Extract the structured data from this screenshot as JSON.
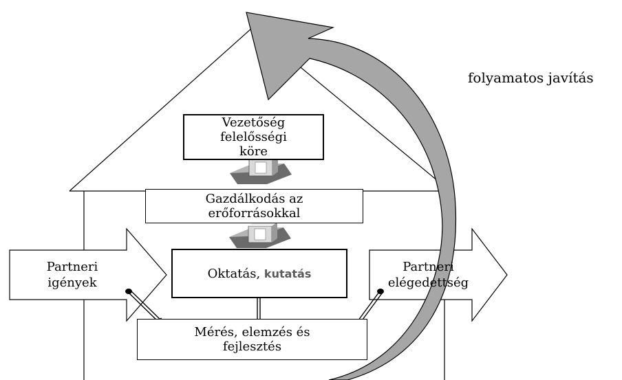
{
  "diagram": {
    "boxes": {
      "leadership": "Vezetőség\nfelelősségi\nköre",
      "resources": "Gazdálkodás az\nerőforrásokkal",
      "education_prefix": "Oktatás,",
      "education_suffix": "kutatás",
      "measurement": "Mérés, elemzés és\nfejlesztés"
    },
    "arrows": {
      "input": "Partneri\nigények",
      "output": "Partneri\nelégedettség"
    },
    "cycle_label": "folyamatos javítás"
  },
  "colors": {
    "cycle_arrow_fill": "#a6a6a6",
    "connector_block_light": "#c8c8c8",
    "connector_block_dark": "#6b6b6b",
    "kutatas_text": "#595959"
  }
}
